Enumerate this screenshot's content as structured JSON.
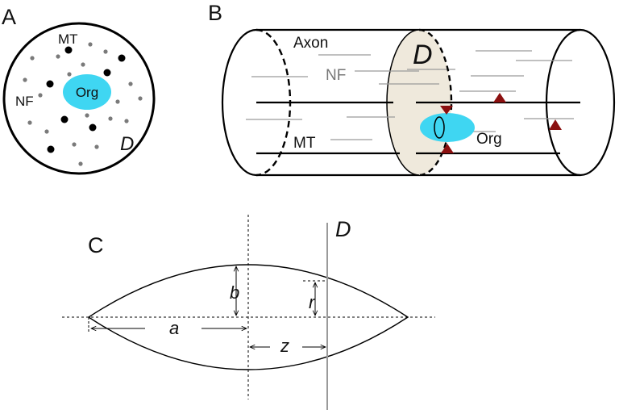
{
  "panel_a": {
    "label": "A",
    "mt": "MT",
    "nf": "NF",
    "org": "Org",
    "d": "D"
  },
  "panel_b": {
    "label": "B",
    "axon": "Axon",
    "nf": "NF",
    "d": "D",
    "mt": "MT",
    "org": "Org"
  },
  "panel_c": {
    "label": "C",
    "d": "D",
    "b": "b",
    "r": "r",
    "a": "a",
    "z": "z"
  },
  "colors": {
    "organelle": "#3fd6f2",
    "cross_section": "#efe9dc",
    "motor": "#8b1010",
    "nf_dot": "#7a7a7a",
    "mt_dot": "#000000"
  }
}
